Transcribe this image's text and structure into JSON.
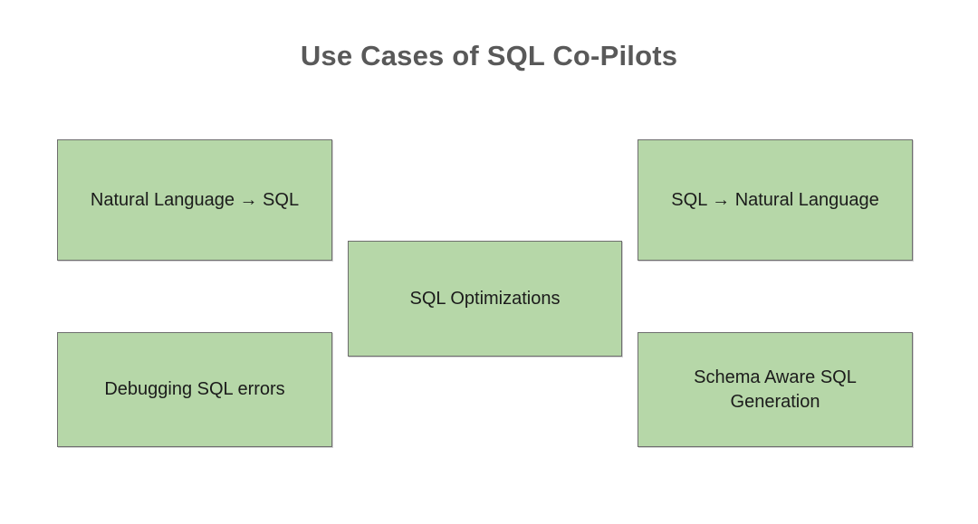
{
  "page": {
    "title": "Use Cases of SQL Co-Pilots"
  },
  "boxes": [
    {
      "id": "natural-language-to-sql",
      "label": "Natural Language → SQL"
    },
    {
      "id": "sql-to-natural-language",
      "label": "SQL → Natural Language"
    },
    {
      "id": "sql-optimizations",
      "label": "SQL Optimizations"
    },
    {
      "id": "debugging-sql-errors",
      "label": "Debugging SQL errors"
    },
    {
      "id": "schema-aware-sql-generation",
      "label": "Schema Aware SQL Generation"
    }
  ],
  "colors": {
    "box_fill": "#b6d7a8",
    "box_border": "#6e6e6e",
    "box_text": "#1b1b1b",
    "title_color": "#595959"
  }
}
